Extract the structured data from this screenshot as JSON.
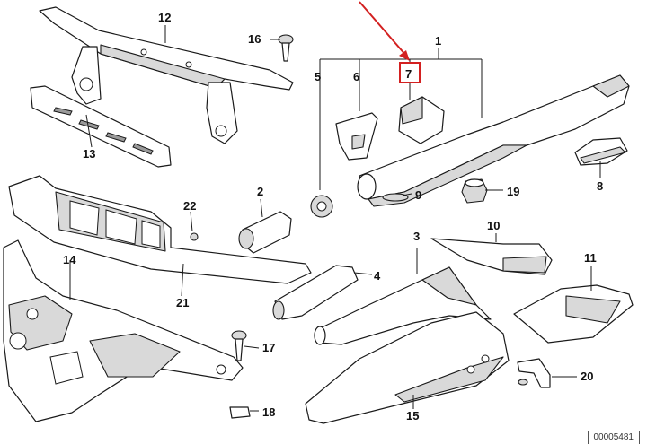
{
  "callouts": {
    "c1": "1",
    "c2": "2",
    "c3": "3",
    "c4": "4",
    "c5": "5",
    "c6": "6",
    "c7": "7",
    "c8": "8",
    "c9": "9",
    "c10": "10",
    "c11": "11",
    "c12": "12",
    "c13": "13",
    "c14": "14",
    "c15": "15",
    "c16": "16",
    "c17": "17",
    "c18": "18",
    "c19": "19",
    "c20": "20",
    "c21": "21",
    "c22": "22"
  },
  "highlighted_callout": "7",
  "drawing_number": "00005481",
  "colors": {
    "highlight": "#d32020",
    "line": "#1a1a1a"
  }
}
